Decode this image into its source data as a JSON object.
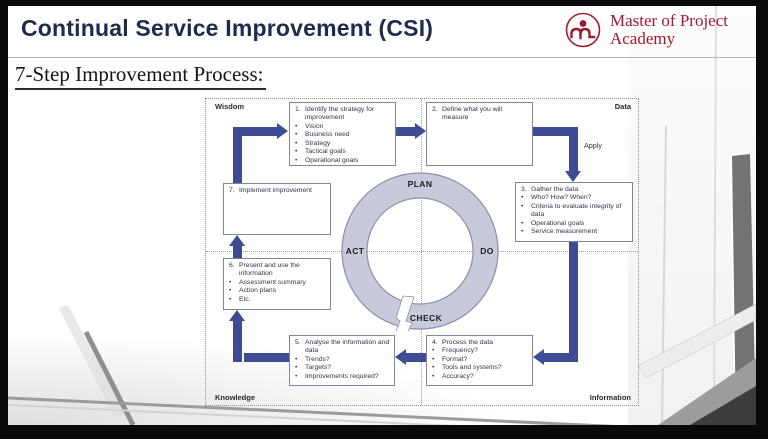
{
  "header": {
    "title": "Continual Service Improvement (CSI)",
    "logo": {
      "name": "Master of Project Academy",
      "line1": "Master of Project",
      "line2": "Academy"
    }
  },
  "subtitle": "7-Step Improvement Process:",
  "diagram": {
    "quadrants": {
      "top_left": "Wisdom",
      "top_right": "Data",
      "bottom_left": "Knowledge",
      "bottom_right": "Information"
    },
    "cycle": {
      "top": "PLAN",
      "right": "DO",
      "bottom": "CHECK",
      "left": "ACT"
    },
    "apply_label": "Apply",
    "steps": [
      {
        "num": "1.",
        "title": "Identify the strategy for improvement",
        "bullets": [
          "Vision",
          "Business need",
          "Strategy",
          "Tactical goals",
          "Operational goals"
        ]
      },
      {
        "num": "2.",
        "title": "Define what you will measure",
        "bullets": []
      },
      {
        "num": "3.",
        "title": "Gather the data",
        "bullets": [
          "Who? How? When?",
          "Criteria to evaluate integrity of data",
          "Operational goals",
          "Service measurement"
        ]
      },
      {
        "num": "4.",
        "title": "Process the data",
        "bullets": [
          "Frequency?",
          "Format?",
          "Tools and systems?",
          "Accuracy?"
        ]
      },
      {
        "num": "5.",
        "title": "Analyse the information and data",
        "bullets": [
          "Trends?",
          "Targets?",
          "Improvements required?"
        ]
      },
      {
        "num": "6.",
        "title": "Present and use the information",
        "bullets": [
          "Assessment summary",
          "Action plans",
          "Etc."
        ]
      },
      {
        "num": "7.",
        "title": "Implement improvement",
        "bullets": []
      }
    ]
  },
  "colors": {
    "title_navy": "#1d2b4f",
    "brand_red": "#9e1b2f",
    "arrow_blue": "#3e4c94",
    "ring_fill": "#c8cadb",
    "ring_outline": "#8a90a8"
  }
}
